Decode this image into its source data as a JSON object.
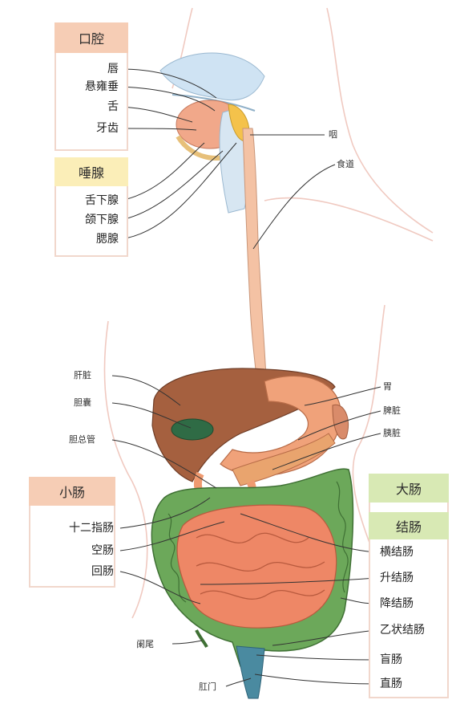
{
  "groups": {
    "mouth": {
      "title": "口腔",
      "items": [
        "唇",
        "悬雍垂",
        "舌",
        "牙齿"
      ]
    },
    "salivary": {
      "title": "唾腺",
      "items": [
        "舌下腺",
        "颌下腺",
        "腮腺"
      ]
    },
    "small_intestine": {
      "title": "小肠",
      "items": [
        "十二指肠",
        "空肠",
        "回肠"
      ]
    },
    "large_intestine": {
      "title": "大肠",
      "sub_title": "结肠",
      "items": [
        "横结肠",
        "升结肠",
        "降结肠",
        "乙状结肠",
        "盲肠",
        "直肠"
      ]
    }
  },
  "labels": {
    "pharynx": "咽",
    "esophagus": "食道",
    "liver": "肝脏",
    "gallbladder": "胆囊",
    "common_bile_duct": "胆总管",
    "stomach": "胃",
    "spleen": "脾脏",
    "pancreas": "胰脏",
    "appendix": "阑尾",
    "anus": "肛门"
  },
  "colors": {
    "header_mouth": "#f6cdb5",
    "header_salivary": "#fbeeb8",
    "header_small": "#f6cdb5",
    "header_large": "#d8e9b4",
    "liver": "#a5603f",
    "stomach": "#f0a27a",
    "small_intestine": "#ee8766",
    "large_intestine": "#5f9a4e",
    "esophagus": "#f4c2a4",
    "gallbladder": "#2f6b45"
  }
}
